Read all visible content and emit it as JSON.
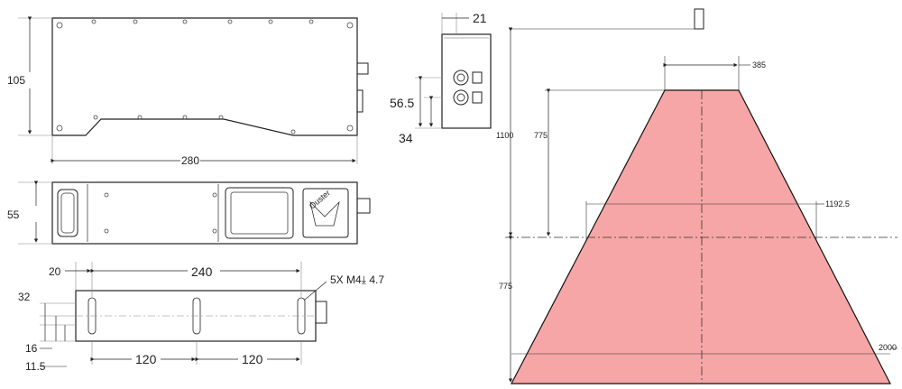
{
  "dimensions": {
    "top_height": "105",
    "top_length": "280",
    "side_height": "55",
    "end_width": "21",
    "end_height_a": "56.5",
    "end_height_b": "34",
    "bottom_offset": "20",
    "bottom_span": "240",
    "bottom_y_a": "32",
    "bottom_y_b": "16",
    "bottom_y_c": "11.5",
    "bottom_half_left": "120",
    "bottom_half_right": "120",
    "hole_note": "5X M4⤓ 4.7"
  },
  "fov": {
    "top_width": "385",
    "near_height": "775",
    "total_height": "1100",
    "mid_width": "1192.5",
    "far_height": "775",
    "bottom_width": "2000",
    "fill_color": "#f6a6a6",
    "edge_color": "#111111"
  },
  "logo": {
    "text": "Ouster"
  }
}
